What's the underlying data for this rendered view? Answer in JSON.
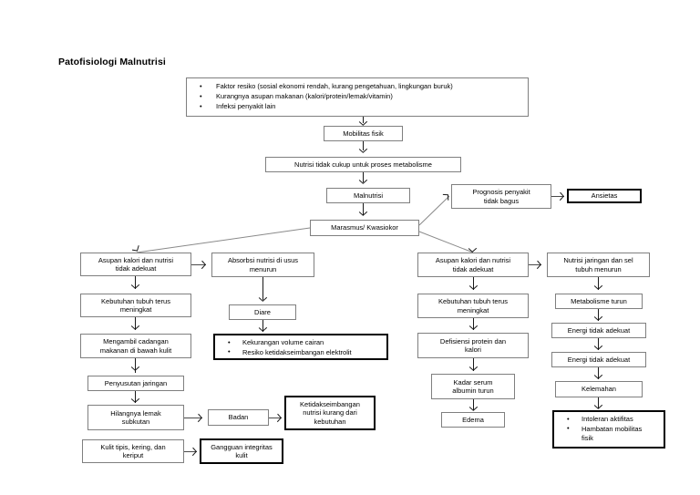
{
  "title": "Patofisiologi Malnutrisi",
  "diagram": {
    "type": "flowchart",
    "orientation": "top-down",
    "nodes": {
      "causes": {
        "label": "Faktor resiko / asupan / infeksi",
        "bullets": [
          "Faktor resiko (sosial ekonomi rendah, kurang pengetahuan, lingkungan buruk)",
          "Kurangnya asupan makanan (kalori/protein/lemak/vitamin)",
          "Infeksi penyakit lain"
        ]
      },
      "mobilitas_fisik": "Mobilitas fisik",
      "nutrisi_tidak_cukup": "Nutrisi tidak cukup untuk proses metabolisme",
      "malnutrisi": "Malnutrisi",
      "marasmus": "Marasmus/ Kwasiokor",
      "prognosis": "Prognosis penyakit\ntidak bagus",
      "ansietas": "Ansietas",
      "asupan_kiri": "Asupan kalori dan nutrisi\ntidak adekuat",
      "kebutuhan_kiri": "Kebutuhan tubuh terus\nmeningkat",
      "mengambil_cadangan": "Mengambil cadangan\nmakanan di bawah kulit",
      "penyusutan": "Penyusutan jaringan",
      "hilangnya_lemak": "Hilangnya lemak\nsubkutan",
      "kulit_tipis": "Kulit tipis, kering, dan\nkeriput",
      "badan": "Badan",
      "ketidakseimbangan": "Ketidakseimbangan\nnutrisi kurang dari\nkebutuhan",
      "gangguan_kulit": "Gangguan integritas\nkulit",
      "absorbsi": "Absorbsi nutrisi di usus\nmenurun",
      "diare": "Diare",
      "cairan_elektrolit": {
        "label": "Kekurangan volume cairan / elektrolit",
        "bullets": [
          "Kekurangan volume cairan",
          "Resiko ketidakseimbangan elektrolit"
        ]
      },
      "asupan_kanan": "Asupan kalori dan nutrisi\ntidak adekuat",
      "kebutuhan_kanan": "Kebutuhan tubuh terus\nmeningkat",
      "defisiensi": "Defisiensi protein dan\nkalori",
      "kadar_serum": "Kadar serum\nalbumin turun",
      "edema": "Edema",
      "nutrisi_jaringan": "Nutrisi jaringan dan sel\ntubuh menurun",
      "metabolisme_turun": "Metabolisme turun",
      "energi_1": "Energi tidak adekuat",
      "energi_2": "Energi tidak adekuat",
      "kelemahan": "Kelemahan",
      "intoleran": {
        "label": "Intoleran aktifitas / hambatan mobilitas",
        "bullets": [
          "Intoleran aktifitas",
          "Hambatan mobilitas\nfisik"
        ]
      }
    },
    "colors": {
      "box_border": "#7f7f7f",
      "box_border_thick": "#000000",
      "connector": "#4a4a4a",
      "diagonal": "#8a8a8a",
      "background": "#ffffff",
      "text": "#000000"
    }
  }
}
